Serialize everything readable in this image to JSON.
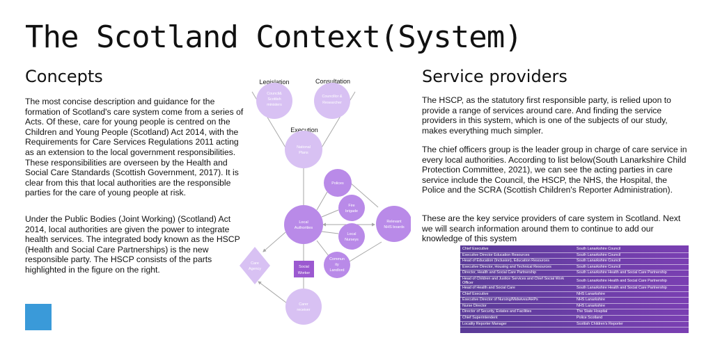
{
  "title": "The Scotland Context(System)",
  "concepts": {
    "heading": "Concepts",
    "para1": "The most concise description and guidance for the formation of Scotland's care system come from a series of Acts. Of these, care for young people is centred on the Children and Young People (Scotland) Act 2014, with the Requirements for Care Services Regulations 2011 acting as an extension to the local government responsibilities. These responsibilities are overseen by the Health and Social Care Standards (Scottish Government, 2017). It is clear from this that local authorities are the responsible parties for the care of young people at risk.",
    "para2": "Under the Public Bodies (Joint Working) (Scotland) Act 2014, local authorities are given the power to integrate health services. The integrated body known as the HSCP (Health and Social Care Partnerships) is the new responsible party. The HSCP consists of the parts highlighted in the figure on the right."
  },
  "diagram": {
    "labels": {
      "legislation": "Legislation",
      "consultation": "Consultation",
      "execution": "Execution"
    },
    "nodes": {
      "council_line1": "Council&",
      "council_line2": "Scottish",
      "council_line3": "ministers",
      "councillor_line1": "Councillor &",
      "councillor_line2": "Researcher",
      "national_line1": "National",
      "national_line2": "Plans",
      "polices": "Polices",
      "fire_line1": "Fire",
      "fire_line2": "brigade",
      "local_line1": "Local",
      "local_line2": "Authorities",
      "nhs_line1": "Relevant",
      "nhs_line2": "NHS boards",
      "nurseys_line1": "Local",
      "nurseys_line2": "Nurseys",
      "community_line1": "Commun",
      "community_line2": "ity",
      "community_line3": "Landlord",
      "care_agency_line1": "Care",
      "care_agency_line2": "Agency",
      "social_line1": "Social",
      "social_line2": "Worker",
      "carer_line1": "Carer",
      "carer_line2": "receiver"
    },
    "colors": {
      "node": "#d8c1f3",
      "node_dark": "#b98ae8",
      "social": "#9b59d0",
      "line": "#a6a6a6"
    }
  },
  "service": {
    "heading": "Service providers",
    "para1": "The HSCP, as the statutory first responsible party, is relied upon to provide a range of services around care. And finding the service providers in this system, which is one of the subjects of our study, makes everything much simpler.",
    "para2": "The chief officers group is the leader group in charge of care service in every local authorities. According to list below(South Lanarkshire Child Protection Committee, 2021), we can see the acting parties in care service include the Council, the HSCP, the NHS, the Hospital, the Police and the SCRA (Scottish Children's Reporter Administration).",
    "para3": "These are the key service providers of care system in Scotland. Next we will search information around them to continue to add our knowledge of this system"
  },
  "table": {
    "rows": [
      [
        "Chief Executive",
        "South Lanarkshire Council"
      ],
      [
        "Executive Director Education Resources",
        "South Lanarkshire Council"
      ],
      [
        "Head of Education (Inclusion), Education Resources",
        "South Lanarkshire Council"
      ],
      [
        "Executive Director, Housing and Technical Resources",
        "South Lanarkshire Council"
      ],
      [
        "Director, Health and Social Care Partnership",
        "South Lanarkshire Health and Social Care Partnership"
      ],
      [
        "Head of Children and Justice Services and Chief Social Work Officer",
        "South Lanarkshire Health and Social Care Partnership"
      ],
      [
        "Head of Health and Social Care",
        "South Lanarkshire Health and Social Care Partnership"
      ],
      [
        "Chief Executive",
        "NHS Lanarkshire"
      ],
      [
        "Executive Director of Nursing/Midwives/AHPs",
        "NHS Lanarkshire"
      ],
      [
        "Nurse Director",
        "NHS Lanarkshire"
      ],
      [
        "Director of Security, Estates and Facilities",
        "The State Hospital"
      ],
      [
        "Chief Superintendent",
        "Police Scotland"
      ],
      [
        "Locality Reporter Manager",
        "Scottish Children's Reporter"
      ]
    ]
  }
}
